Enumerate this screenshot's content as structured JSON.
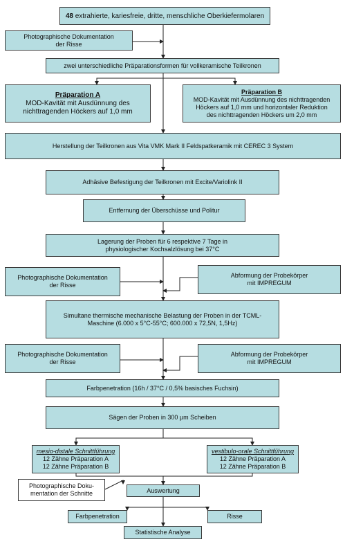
{
  "flow": {
    "n1_num": "48",
    "n1_rest": " extrahierte, kariesfreie, dritte, menschliche Oberkiefermolaren",
    "photo1": [
      "Photographische Dokumentation",
      "der Risse"
    ],
    "prep_forms": "zwei unterschiedliche Präparationsformen für vollkeramische Teilkronen",
    "prepA": {
      "title": "Präparation A",
      "lines": [
        "MOD-Kavität mit Ausdünnung des",
        "nichttragenden Höckers auf 1,0 mm"
      ]
    },
    "prepB": {
      "title": "Präparation B",
      "lines": [
        "MOD-Kavität mit Ausdünnung des nichttragenden",
        "Höckers auf 1,0 mm und horizontaler Reduktion",
        "des nichttragenden Höckers um 2,0 mm"
      ]
    },
    "herstellung": "Herstellung der Teilkronen aus Vita VMK Mark II Feldspatkeramik mit CEREC 3 System",
    "befestigung": "Adhäsive Befestigung der Teilkronen mit Excite/Variolink II",
    "entfernung": "Entfernung der Überschüsse und Politur",
    "lagerung": [
      "Lagerung der Proben für 6 respektive 7 Tage in",
      "physiologischer Kochsalzlösung bei 37°C"
    ],
    "photo2": [
      "Photographische Dokumentation",
      "der Risse"
    ],
    "abformung1": [
      "Abformung der Probekörper",
      "mit IMPREGUM"
    ],
    "belastung": [
      "Simultane thermische mechanische Belastung der Proben in der TCML-",
      "Maschine (6.000 x 5°C-55°C; 600.000 x 72,5N, 1,5Hz)"
    ],
    "photo3": [
      "Photographische Dokumentation",
      "der Risse"
    ],
    "abformung2": [
      "Abformung der Probekörper",
      "mit IMPREGUM"
    ],
    "farbpen": "Farbpenetration (16h / 37°C / 0,5% basisches Fuchsin)",
    "saegen": "Sägen der Proben in 300 µm Scheiben",
    "mesio": {
      "title": "mesio-distale Schnittführung",
      "lines": [
        "12 Zähne Präparation A",
        "12 Zähne Präparation B"
      ]
    },
    "vestibulo": {
      "title": "vestibulo-orale Schnittführung",
      "lines": [
        "12 Zähne Präparation A",
        "12 Zähne Präparation B"
      ]
    },
    "photo4": [
      "Photographische Doku-",
      "mentation der Schnitte"
    ],
    "auswertung": "Auswertung",
    "farbpenetration": "Farbpenetration",
    "risse": "Risse",
    "statistik": "Statistische Analyse"
  },
  "colors": {
    "box_fill": "#b6dde1",
    "border": "#3a3a3a",
    "line": "#222222"
  }
}
